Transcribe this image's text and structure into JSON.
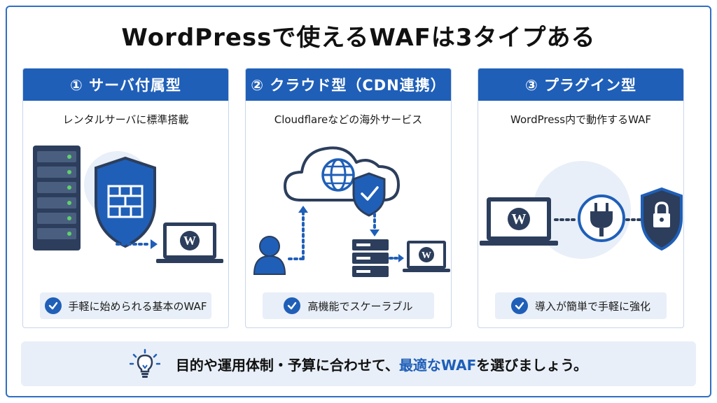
{
  "title": "WordPressで使えるWAFは3タイプある",
  "colors": {
    "accent": "#1f5fb8",
    "navy": "#2c3e5c",
    "panel": "#e8eff8"
  },
  "cards": [
    {
      "heading": "① サーバ付属型",
      "subtitle": "レンタルサーバに標準搭載",
      "feature": "手軽に始められる基本のWAF",
      "icons": [
        "server-rack-icon",
        "firewall-shield-icon",
        "wordpress-laptop-icon"
      ]
    },
    {
      "heading": "② クラウド型（CDN連携）",
      "subtitle": "Cloudflareなどの海外サービス",
      "feature": "高機能でスケーラブル",
      "icons": [
        "cloud-globe-icon",
        "check-shield-icon",
        "user-icon",
        "server-icon",
        "wordpress-laptop-icon"
      ]
    },
    {
      "heading": "③ プラグイン型",
      "subtitle": "WordPress内で動作するWAF",
      "feature": "導入が簡単で手軽に強化",
      "icons": [
        "wordpress-laptop-icon",
        "plug-icon",
        "lock-shield-icon"
      ]
    }
  ],
  "footer": {
    "text_before": "目的や運用体制・予算に合わせて、",
    "highlight": "最適なWAF",
    "text_after": "を選びましょう。",
    "icon": "lightbulb-icon"
  }
}
